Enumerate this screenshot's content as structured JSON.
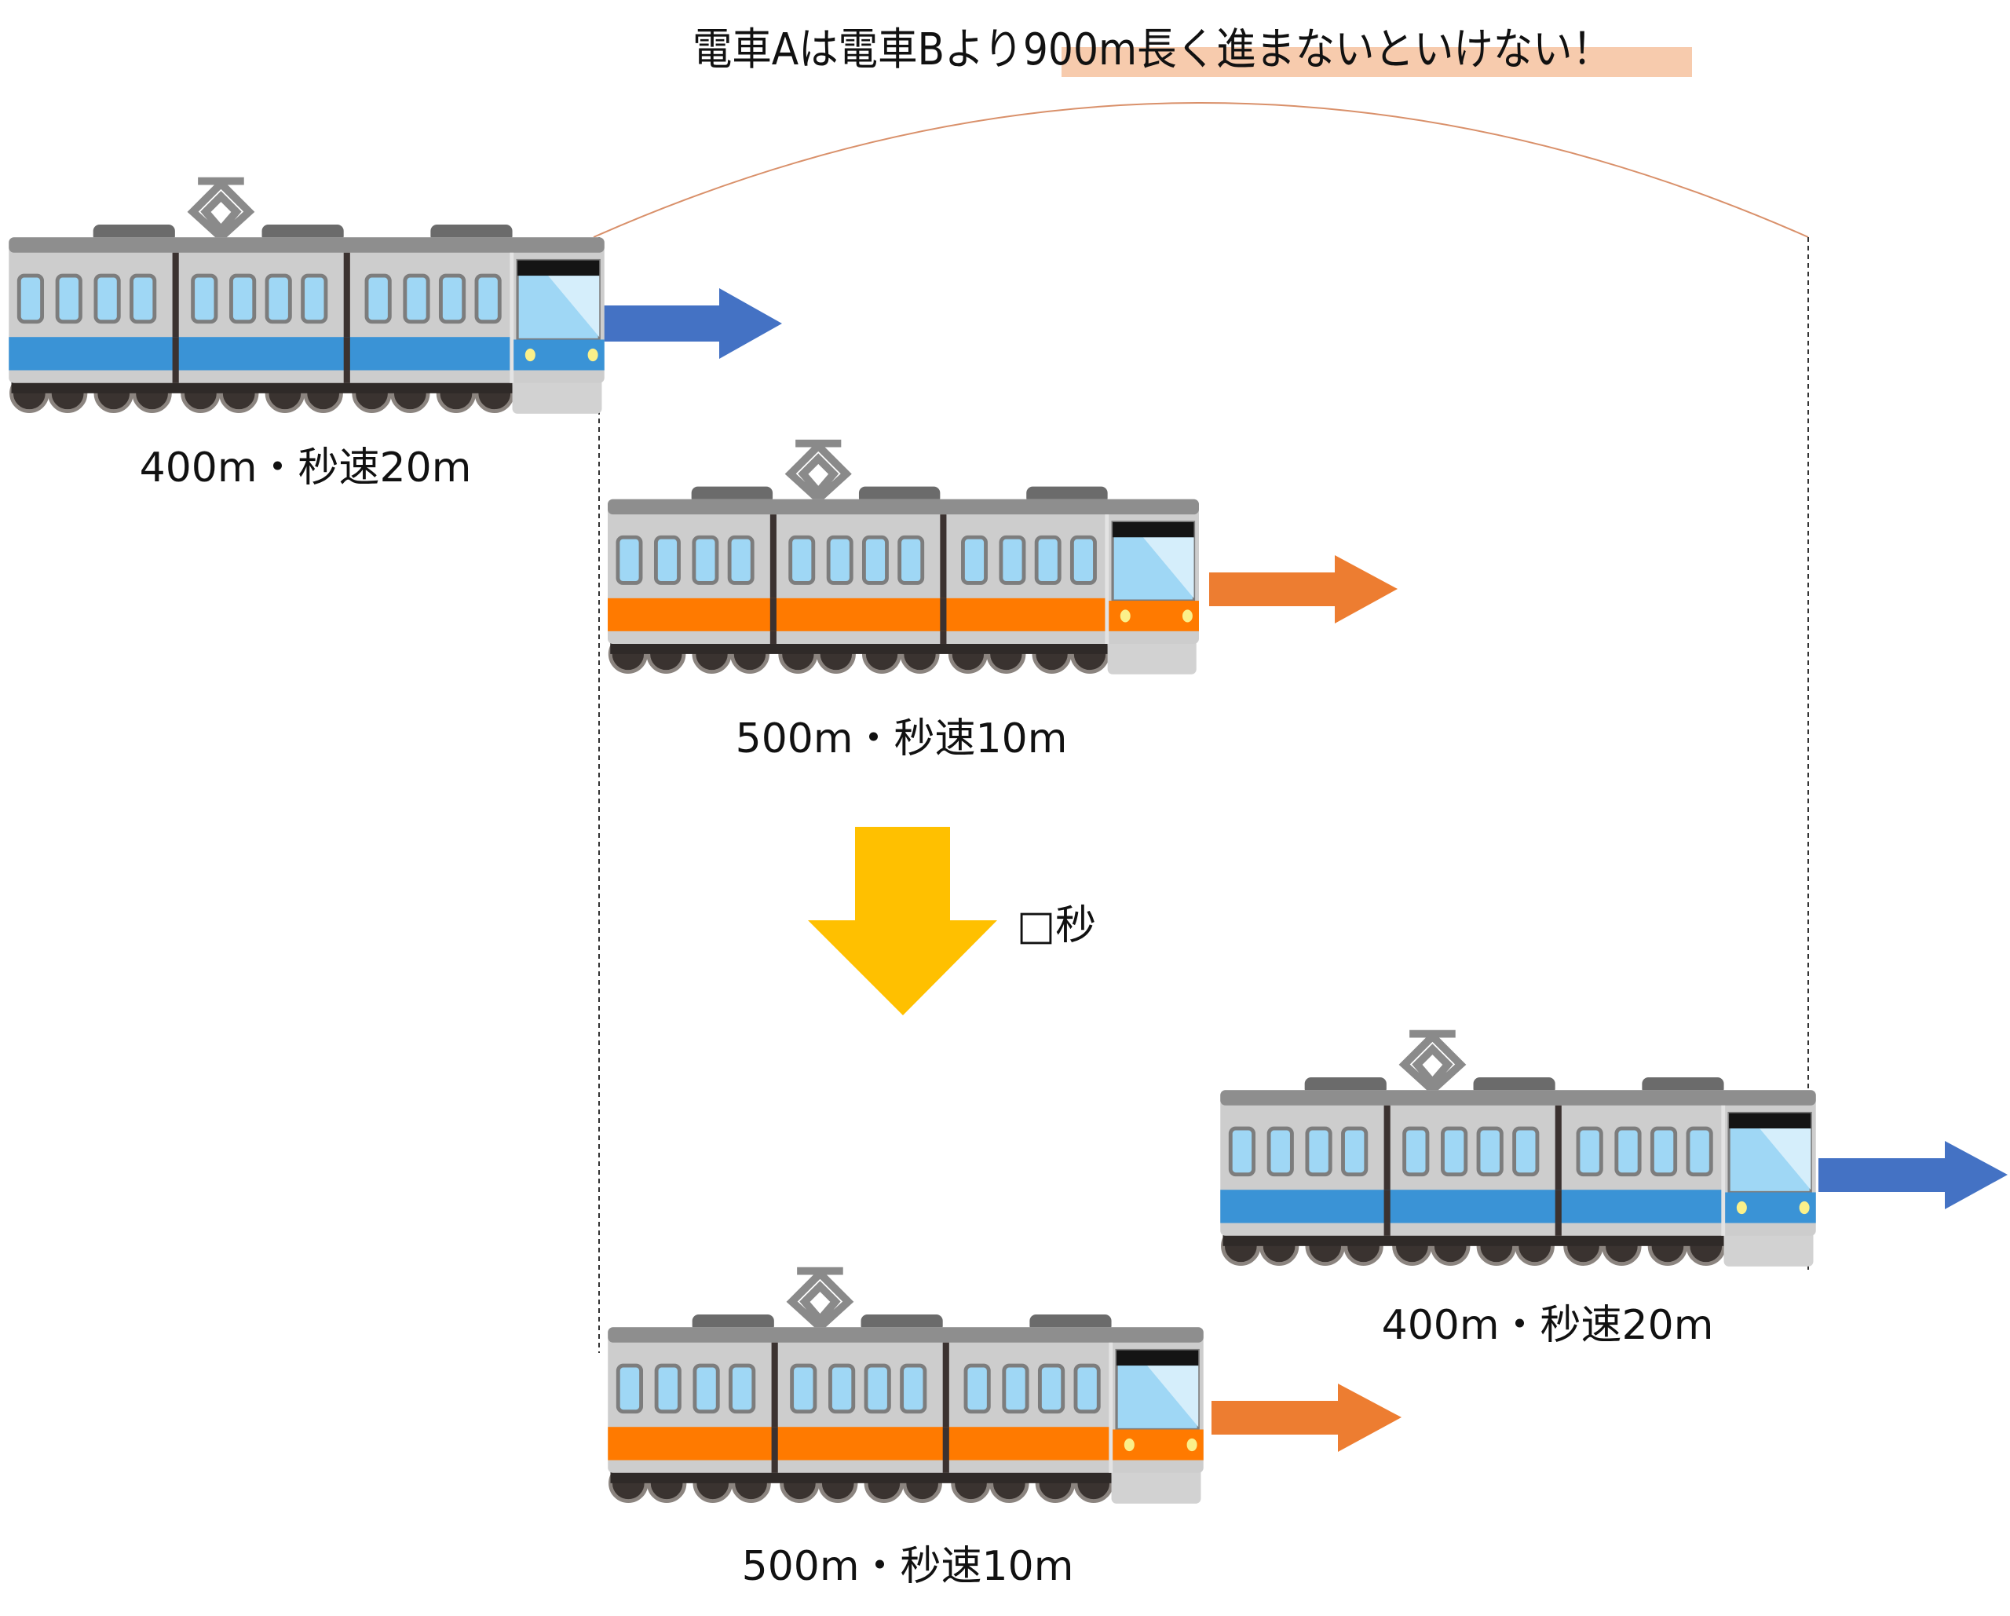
{
  "title": "電車Aは電車Bより900m長く進まないといけない！",
  "time_label": "□秒",
  "trains": [
    {
      "id": "A",
      "stripe_color": "#3a93d6",
      "arrow_color": "#4472c4",
      "label": "400m・秒速20m"
    },
    {
      "id": "B",
      "stripe_color": "#ff7a00",
      "arrow_color": "#ed7d31",
      "label": "500m・秒速10m"
    },
    {
      "id": "A-after",
      "stripe_color": "#3a93d6",
      "arrow_color": "#4472c4",
      "label": "400m・秒速20m"
    },
    {
      "id": "B-after",
      "stripe_color": "#ff7a00",
      "arrow_color": "#ed7d31",
      "label": "500m・秒速10m"
    }
  ],
  "colors": {
    "highlight": "#f7cbad",
    "time_arrow": "#ffc000",
    "bracket": "#d9906a"
  }
}
